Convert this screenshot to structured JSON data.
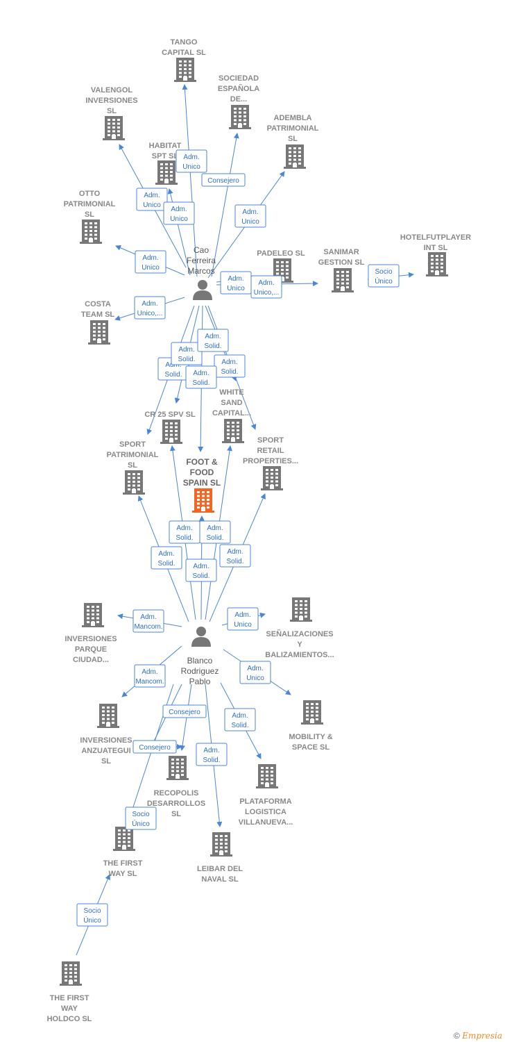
{
  "colors": {
    "edge": "#4a86d8",
    "building": "#777777",
    "main_building": "#f26522",
    "person": "#777777"
  },
  "persons": [
    {
      "id": "cao",
      "label": [
        "Cao",
        "Ferreira",
        "Marcos"
      ]
    },
    {
      "id": "blanco",
      "label": [
        "Blanco",
        "Rodriguez",
        "Pablo"
      ]
    }
  ],
  "companies": [
    {
      "id": "tango",
      "label": [
        "TANGO",
        "CAPITAL  SL"
      ]
    },
    {
      "id": "sociedad",
      "label": [
        "SOCIEDAD",
        "ESPAÑOLA",
        "DE..."
      ]
    },
    {
      "id": "valengol",
      "label": [
        "VALENGOL",
        "INVERSIONES",
        "SL"
      ]
    },
    {
      "id": "adembla",
      "label": [
        "ADEMBLA",
        "PATRIMONIAL",
        "SL"
      ]
    },
    {
      "id": "habitat",
      "label": [
        "HABITAT",
        "SPT  SL"
      ]
    },
    {
      "id": "otto",
      "label": [
        "OTTO",
        "PATRIMONIAL",
        "SL"
      ]
    },
    {
      "id": "hotelfut",
      "label": [
        "HOTELFUTPLAYER",
        "INT  SL"
      ]
    },
    {
      "id": "padeleo",
      "label": [
        "PADELEO  SL"
      ]
    },
    {
      "id": "sanimar",
      "label": [
        "SANIMAR",
        "GESTION  SL"
      ]
    },
    {
      "id": "costa",
      "label": [
        "COSTA",
        "TEAM  SL"
      ]
    },
    {
      "id": "white",
      "label": [
        "WHITE",
        "SAND",
        "CAPITAL..."
      ]
    },
    {
      "id": "cr25",
      "label": [
        "CR 25 SPV  SL"
      ]
    },
    {
      "id": "sportpat",
      "label": [
        "SPORT",
        "PATRIMONIAL",
        "SL"
      ]
    },
    {
      "id": "foot",
      "label": [
        "FOOT &",
        "FOOD",
        "SPAIN  SL"
      ],
      "main": true
    },
    {
      "id": "sportretail",
      "label": [
        "SPORT",
        "RETAIL",
        "PROPERTIES..."
      ]
    },
    {
      "id": "invparque",
      "label": [
        "INVERSIONES",
        "PARQUE",
        "CIUDAD..."
      ]
    },
    {
      "id": "senal",
      "label": [
        "SEÑALIZACIONES",
        "Y",
        "BALIZAMIENTOS..."
      ]
    },
    {
      "id": "invanz",
      "label": [
        "INVERSIONES",
        "ANZUATEGUI",
        "SL"
      ]
    },
    {
      "id": "mobility",
      "label": [
        "MOBILITY &",
        "SPACE  SL"
      ]
    },
    {
      "id": "recopolis",
      "label": [
        "RECOPOLIS",
        "DESARROLLOS",
        "SL"
      ]
    },
    {
      "id": "plataforma",
      "label": [
        "PLATAFORMA",
        "LOGISTICA",
        "VILLANUEVA..."
      ]
    },
    {
      "id": "firstway",
      "label": [
        "THE FIRST",
        "WAY  SL"
      ]
    },
    {
      "id": "leibar",
      "label": [
        "LEIBAR DEL",
        "NAVAL  SL"
      ]
    },
    {
      "id": "firstholdco",
      "label": [
        "THE FIRST",
        "WAY",
        "HOLDCO  SL"
      ]
    }
  ],
  "relations": [
    {
      "from": "cao",
      "to": "tango",
      "label": [
        "Adm.",
        "Unico"
      ]
    },
    {
      "from": "cao",
      "to": "sociedad",
      "label": [
        "Consejero"
      ]
    },
    {
      "from": "cao",
      "to": "valengol",
      "label": [
        "Adm.",
        "Unico"
      ]
    },
    {
      "from": "cao",
      "to": "habitat",
      "label": [
        "Adm.",
        "Unico"
      ]
    },
    {
      "from": "cao",
      "to": "adembla",
      "label": [
        "Adm.",
        "Unico"
      ]
    },
    {
      "from": "cao",
      "to": "otto",
      "label": [
        "Adm.",
        "Unico"
      ]
    },
    {
      "from": "cao",
      "to": "padeleo",
      "label": [
        "Adm.",
        "Unico"
      ]
    },
    {
      "from": "cao",
      "to": "sanimar",
      "label": [
        "Adm.",
        "Unico,..."
      ]
    },
    {
      "from": "sanimar",
      "to": "hotelfut",
      "label": [
        "Socio",
        "Único"
      ]
    },
    {
      "from": "cao",
      "to": "costa",
      "label": [
        "Adm.",
        "Unico,..."
      ]
    },
    {
      "from": "cao",
      "to": "cr25",
      "label": [
        "Adm.",
        "Solid."
      ]
    },
    {
      "from": "cao",
      "to": "white",
      "label": [
        "Adm.",
        "Solid."
      ]
    },
    {
      "from": "cao",
      "to": "sportpat",
      "label": [
        "Adm.",
        "Solid."
      ]
    },
    {
      "from": "cao",
      "to": "foot",
      "label": [
        "Adm.",
        "Solid."
      ]
    },
    {
      "from": "cao",
      "to": "sportretail",
      "label": [
        "Adm.",
        "Solid."
      ]
    },
    {
      "from": "blanco",
      "to": "cr25",
      "label": [
        "Adm.",
        "Solid."
      ]
    },
    {
      "from": "blanco",
      "to": "white",
      "label": [
        "Adm.",
        "Solid."
      ]
    },
    {
      "from": "blanco",
      "to": "sportpat",
      "label": [
        "Adm.",
        "Solid."
      ]
    },
    {
      "from": "blanco",
      "to": "foot",
      "label": [
        "Adm.",
        "Solid."
      ]
    },
    {
      "from": "blanco",
      "to": "sportretail",
      "label": [
        "Adm.",
        "Solid."
      ]
    },
    {
      "from": "blanco",
      "to": "invparque",
      "label": [
        "Adm.",
        "Mancom."
      ]
    },
    {
      "from": "blanco",
      "to": "senal",
      "label": [
        "Adm.",
        "Unico"
      ]
    },
    {
      "from": "blanco",
      "to": "invanz",
      "label": [
        "Adm.",
        "Mancom."
      ]
    },
    {
      "from": "blanco",
      "to": "mobility",
      "label": [
        "Adm.",
        "Unico"
      ]
    },
    {
      "from": "blanco",
      "to": "recopolis",
      "label": [
        "Consejero"
      ]
    },
    {
      "from": "blanco",
      "to": "recopolis",
      "label": [
        "Consejero"
      ]
    },
    {
      "from": "blanco",
      "to": "plataforma",
      "label": [
        "Adm.",
        "Solid."
      ]
    },
    {
      "from": "blanco",
      "to": "leibar",
      "label": [
        "Adm.",
        "Solid."
      ]
    },
    {
      "from": "blanco",
      "to": "firstway",
      "label": [
        "Socio",
        "Único"
      ]
    },
    {
      "from": "firstholdco",
      "to": "firstway",
      "label": [
        "Socio",
        "Único"
      ]
    }
  ],
  "footer": {
    "copyright": "©",
    "brand": "Empresia"
  }
}
